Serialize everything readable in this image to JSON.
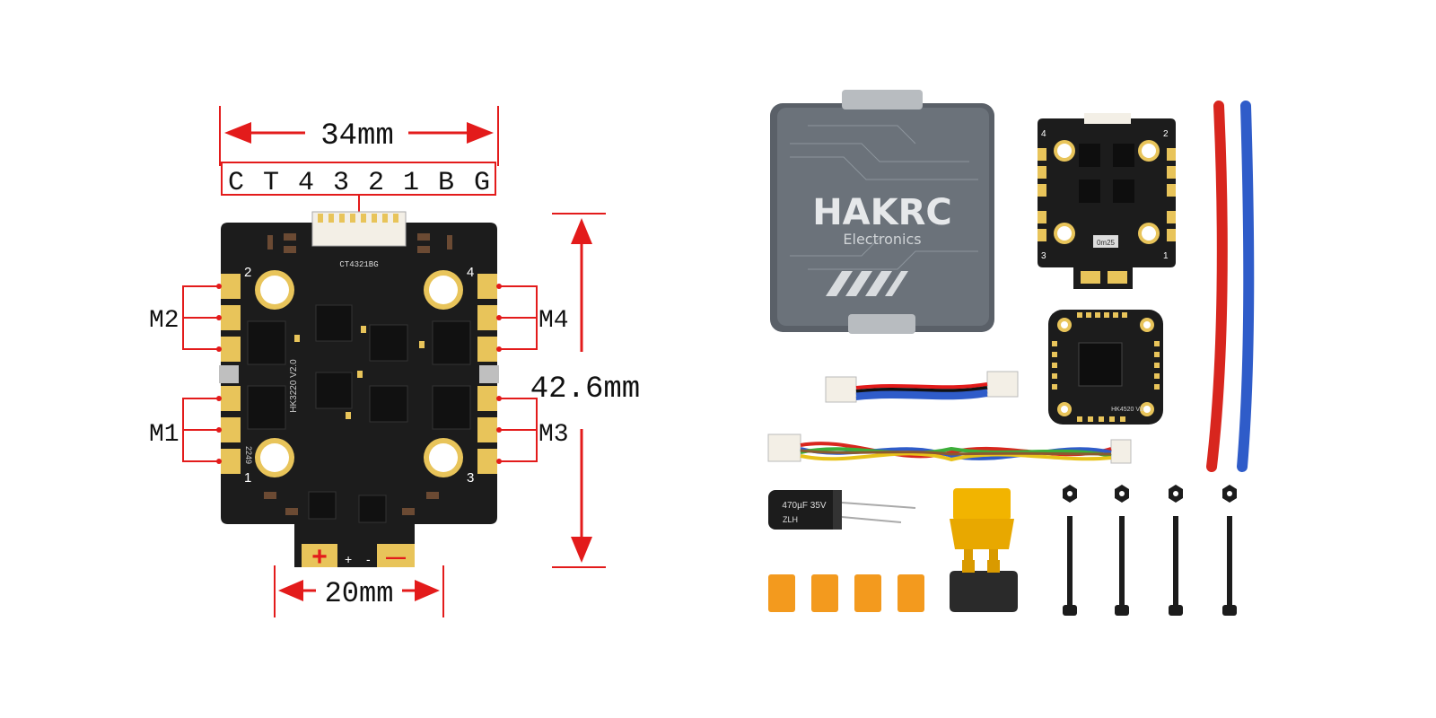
{
  "dimensions": {
    "width_label": "34mm",
    "height_label": "42.6mm",
    "mount_label": "20mm"
  },
  "connector_pins": [
    "C",
    "T",
    "4",
    "3",
    "2",
    "1",
    "B",
    "G"
  ],
  "motor_labels": {
    "m1": "M1",
    "m2": "M2",
    "m3": "M3",
    "m4": "M4"
  },
  "pad_numbers": {
    "p1": "1",
    "p2": "2",
    "p3": "3",
    "p4": "4"
  },
  "power_labels": {
    "positive": "+",
    "negative": "—"
  },
  "board_marks": {
    "model": "HK3220 V2.0",
    "date": "2249",
    "pin_silk": "CT4321BG"
  },
  "box": {
    "brand": "HAKRC",
    "subtitle": "Electronics"
  },
  "small_esc": {
    "chip": "0m25",
    "n1": "1",
    "n2": "2",
    "n3": "3",
    "n4": "4"
  },
  "fc": {
    "model": "HK4520 V2"
  },
  "capacitor": {
    "value": "470µF 35V",
    "mark": "ZLH"
  },
  "colors": {
    "annotation": "#e31b1b",
    "board": "#1c1c1c",
    "pad": "#e8c45a",
    "wire_red": "#d8261e",
    "wire_blue": "#2f5cc9",
    "connector": "#f2b400"
  }
}
